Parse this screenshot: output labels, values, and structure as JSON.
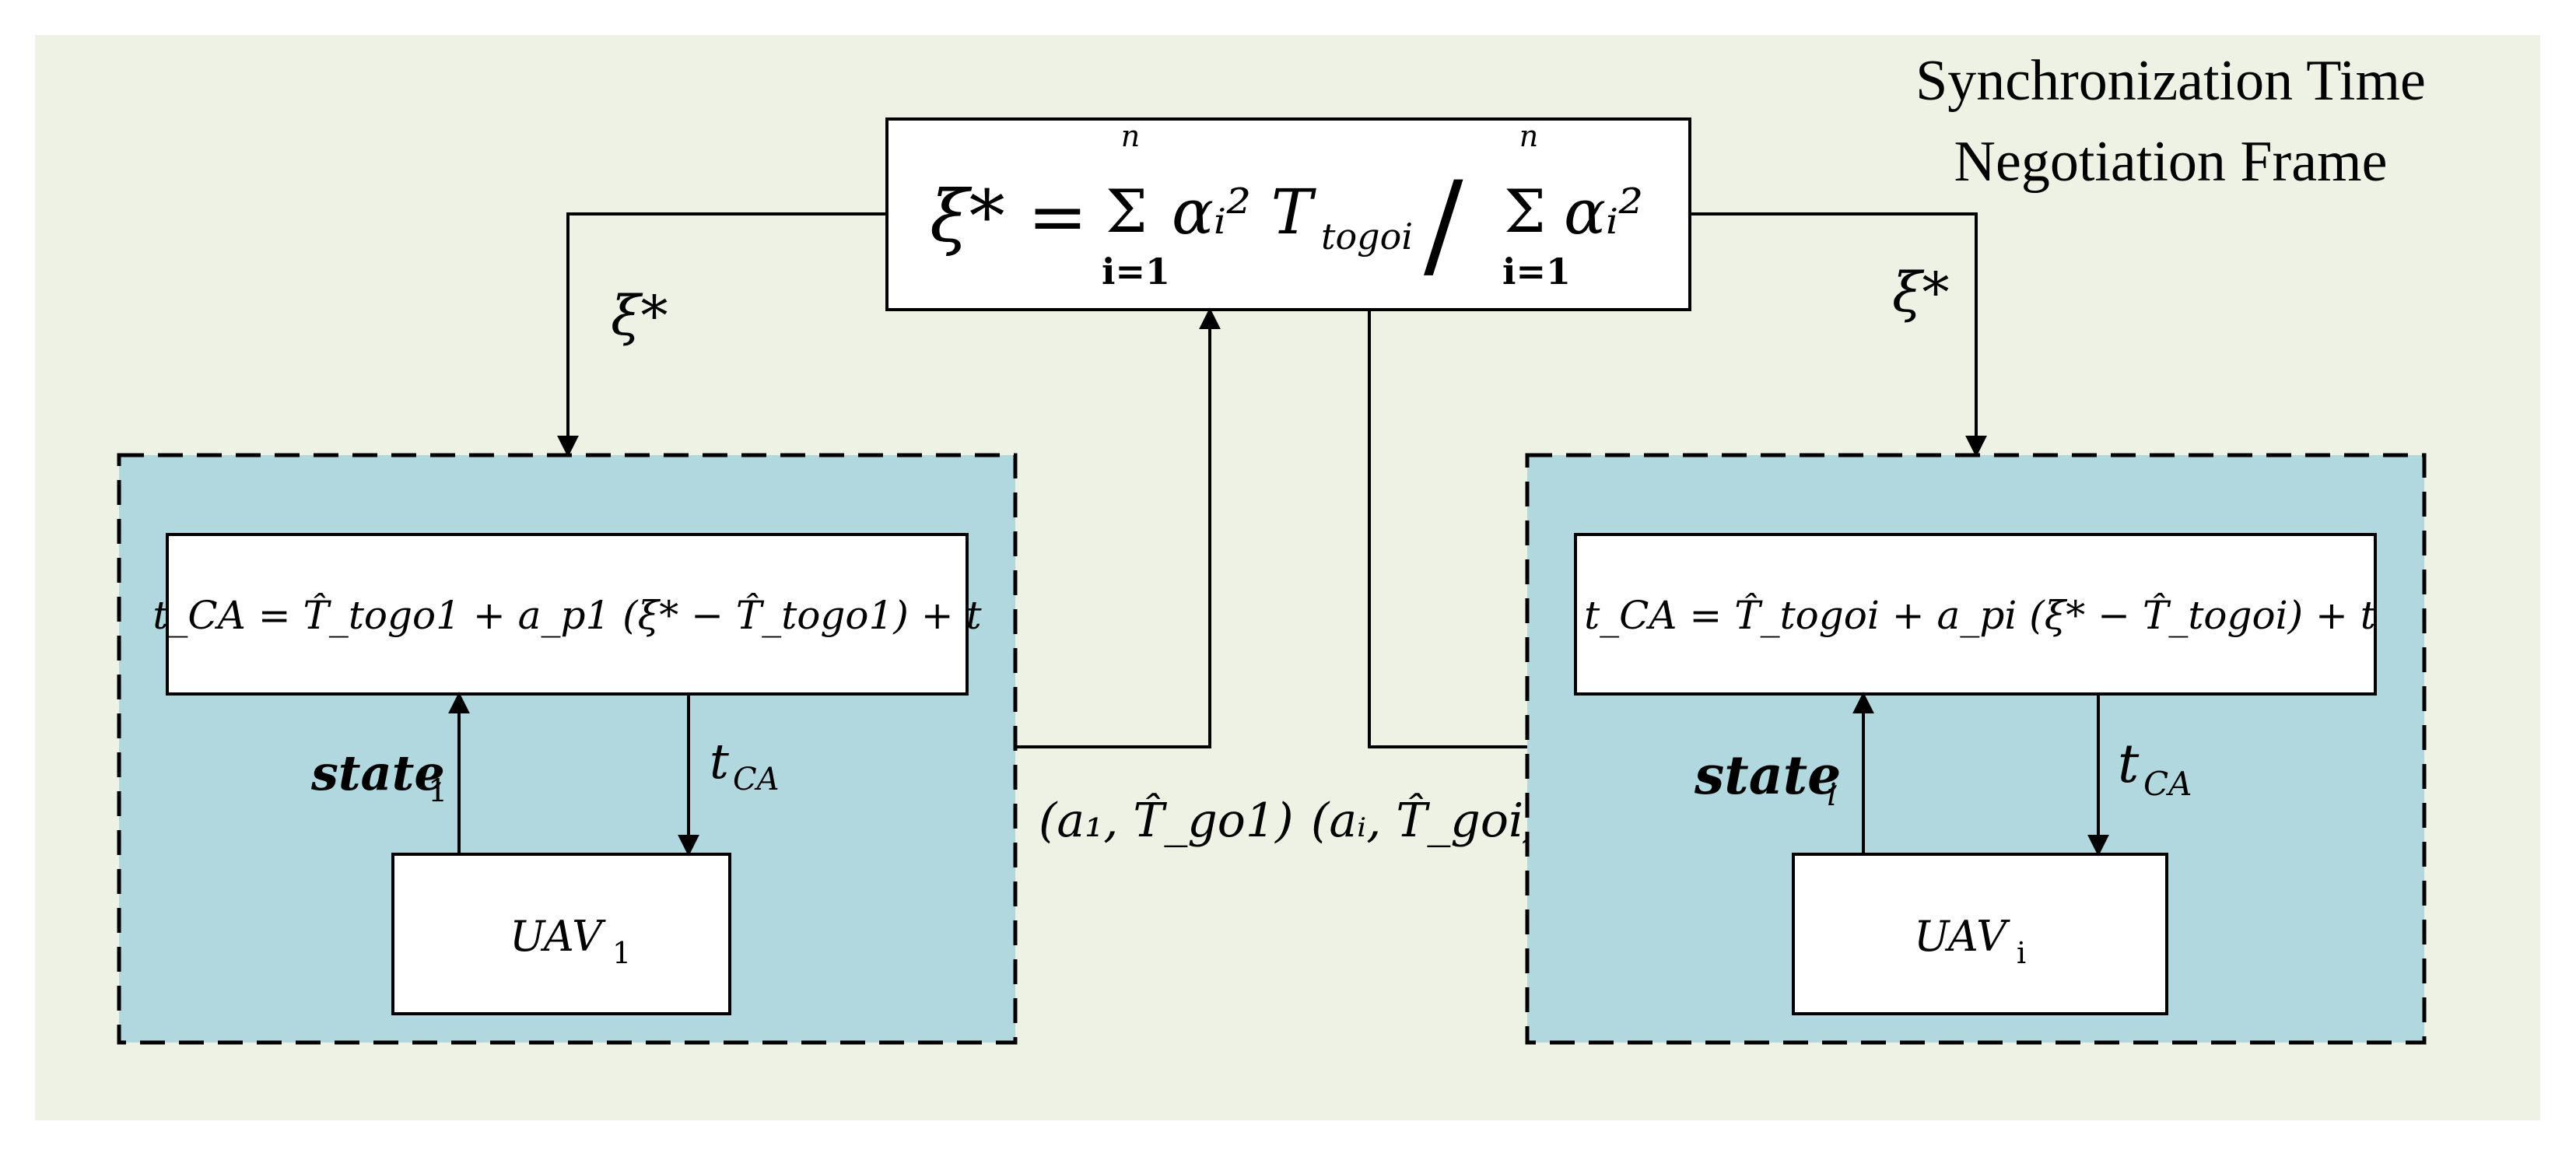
{
  "title_lines": [
    "Synchronization Time",
    "Negotiation Frame"
  ],
  "central_formula": {
    "lhs": "ξ* =",
    "sum1_upper": "n",
    "sum1_lower": "i=1",
    "numerator_term": "αᵢ² T",
    "numerator_subscript": "togoi",
    "divider": "/",
    "sum2_upper": "n",
    "sum2_lower": "i=1",
    "denominator_term": "αᵢ²"
  },
  "left_broadcast_label": "ξ*",
  "right_broadcast_label": "ξ*",
  "left_group": {
    "formula": "t_CA = T̂_togo1 + a_p1 (ξ* − T̂_togo1) + t",
    "state_label": "state",
    "state_sub": "1",
    "tca_label": "t",
    "tca_sub": "CA",
    "uav_label": "UAV",
    "uav_sub": "1"
  },
  "right_group": {
    "formula": "t_CA = T̂_togoi + a_pi (ξ* − T̂_togoi) + t",
    "state_label": "state",
    "state_sub": "i",
    "tca_label": "t",
    "tca_sub": "CA",
    "uav_label": "UAV",
    "uav_sub": "i"
  },
  "left_report_label": "(a₁, T̂_go1)",
  "right_report_label": "(aᵢ, T̂_goi)",
  "colors": {
    "frame_bg": "#eef2e4",
    "group_bg": "#b0d8de",
    "box_bg": "#ffffff",
    "line": "#000000"
  }
}
